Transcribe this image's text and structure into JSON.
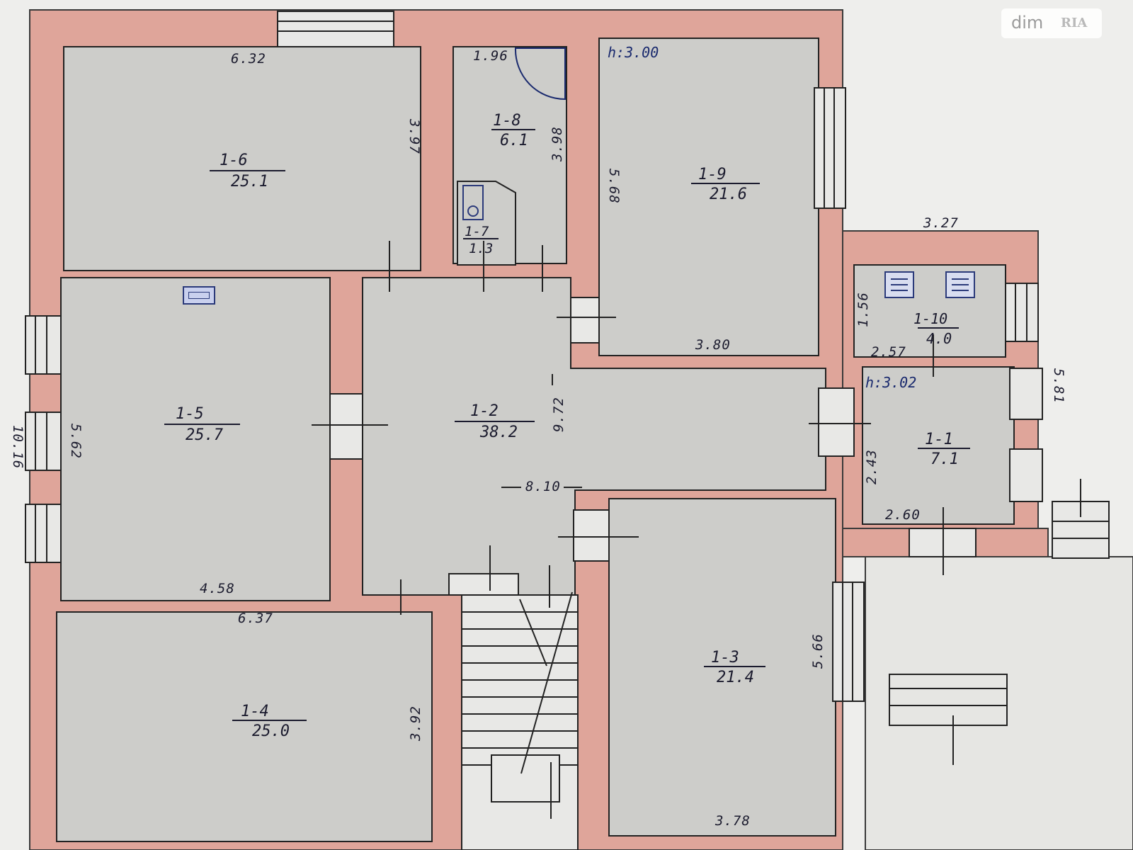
{
  "rooms": [
    {
      "id": "1-1",
      "area": "7.1"
    },
    {
      "id": "1-2",
      "area": "38.2"
    },
    {
      "id": "1-3",
      "area": "21.4"
    },
    {
      "id": "1-4",
      "area": "25.0"
    },
    {
      "id": "1-5",
      "area": "25.7"
    },
    {
      "id": "1-6",
      "area": "25.1"
    },
    {
      "id": "1-7",
      "area": "1.3"
    },
    {
      "id": "1-8",
      "area": "6.1"
    },
    {
      "id": "1-9",
      "area": "21.6"
    },
    {
      "id": "1-10",
      "area": "4.0"
    }
  ],
  "dimensions": {
    "overall_height": "10.16",
    "overall_width": "8.10",
    "hall_height": "9.72",
    "r6_width": "6.32",
    "r6_height": "3.97",
    "r8_width": "1.96",
    "r8_height": "3.98",
    "r9_height": "5.68",
    "r9_width": "3.80",
    "r5_height": "5.62",
    "r5_width": "4.58",
    "r4_width": "6.37",
    "r4_height": "3.92",
    "r3_height": "5.66",
    "r3_width": "3.78",
    "r10_top": "3.27",
    "r10_height": "1.56",
    "r10_width": "2.57",
    "r1_height": "2.43",
    "r1_width": "2.60",
    "right_side": "5.81"
  },
  "heights": {
    "main": "h:3.00",
    "annex": "h:3.02"
  },
  "watermark": {
    "brand": "dim",
    "sub": "RIA"
  },
  "colors": {
    "wall": "#dfa59a",
    "room": "#cdcdca",
    "paper": "#eeeeec",
    "ink": "#1b1b2e"
  }
}
